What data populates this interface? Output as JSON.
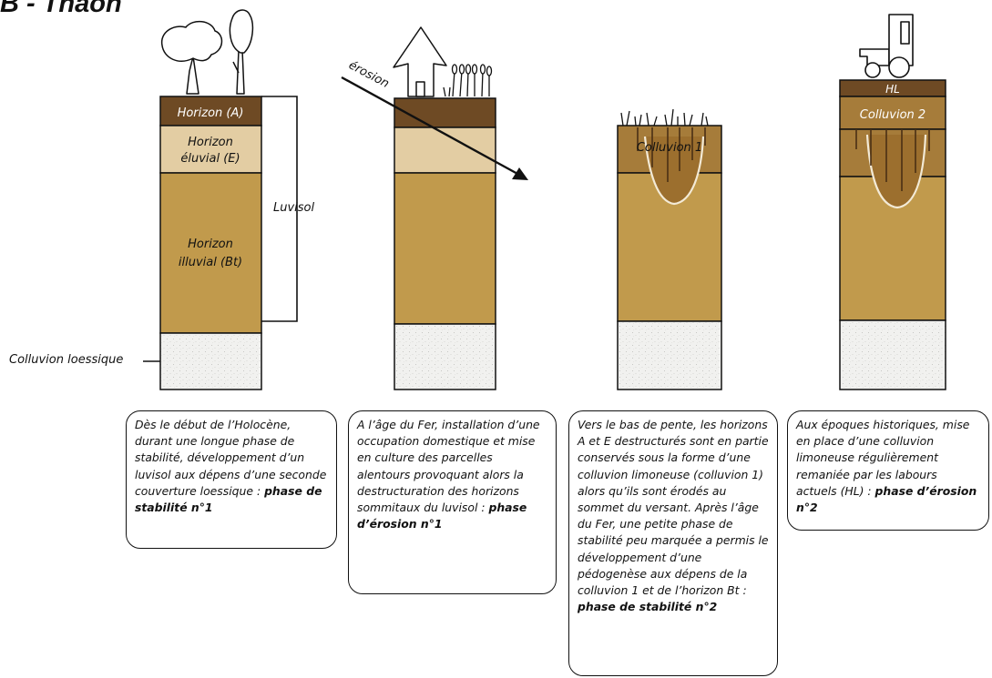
{
  "title": "B - Thaon",
  "colors": {
    "horizon_a": "#6e4a24",
    "horizon_e": "#e3cda3",
    "horizon_bt": "#c19a4c",
    "loess": "#f1f1ef",
    "colluvion": "#a67c3a",
    "outline": "#111111"
  },
  "labels": {
    "horizon_a": "Horizon (A)",
    "horizon_e_l1": "Horizon",
    "horizon_e_l2": "éluvial (E)",
    "horizon_bt_l1": "Horizon",
    "horizon_bt_l2": "illuvial (Bt)",
    "luvisol": "Luvisol",
    "colluvion_loessique": "Colluvion loessique",
    "erosion": "érosion",
    "colluvion_1": "Colluvion 1",
    "hl": "HL",
    "colluvion_2": "Colluvion 2"
  },
  "icons": [
    "tree-icon",
    "house-icon",
    "crop-icon",
    "tractor-icon"
  ],
  "descriptions": [
    {
      "text": "Dès le début de l’Holocène, durant une longue phase de stabilité, développement d’un luvisol aux dépens d’une seconde couverture loessique : ",
      "bold": "phase de stabilité n°1"
    },
    {
      "text": "A l’âge du Fer, installation d’une occupation domestique et mise en culture des parcelles alentours provoquant alors la destructuration des horizons sommitaux du luvisol : ",
      "bold": "phase d’érosion n°1"
    },
    {
      "text": "Vers le bas de pente, les horizons A et E destructurés sont en partie conservés sous la forme d’une colluvion limoneuse (colluvion 1) alors qu’ils sont érodés au sommet du versant. Après l’âge du Fer, une petite phase de stabilité peu marquée a permis le développement d’une pédogenèse aux dépens de la colluvion 1 et de l’horizon Bt : ",
      "bold": "phase de stabilité n°2"
    },
    {
      "text": "Aux époques historiques, mise en place d’une colluvion limoneuse régulièrement remaniée par les labours actuels (HL) : ",
      "bold": "phase d’érosion n°2"
    }
  ]
}
